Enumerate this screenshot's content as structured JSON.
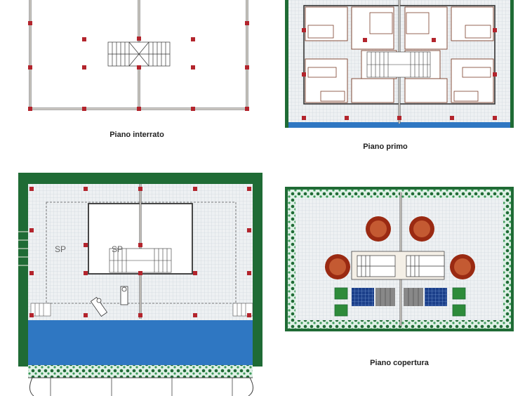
{
  "plans": {
    "basement": {
      "title": "Piano interrato"
    },
    "first_floor": {
      "title": "Piano primo"
    },
    "ground_floor": {
      "label_left": "SP",
      "label_center": "SP"
    },
    "roof": {
      "title": "Piano copertura"
    }
  },
  "colors": {
    "wall": "#8a8a8a",
    "column": "#b3242c",
    "hedge": "#1f6b35",
    "water": "#2f77c2",
    "tree": "#9a2a12",
    "grid": "#cfd6dc"
  }
}
